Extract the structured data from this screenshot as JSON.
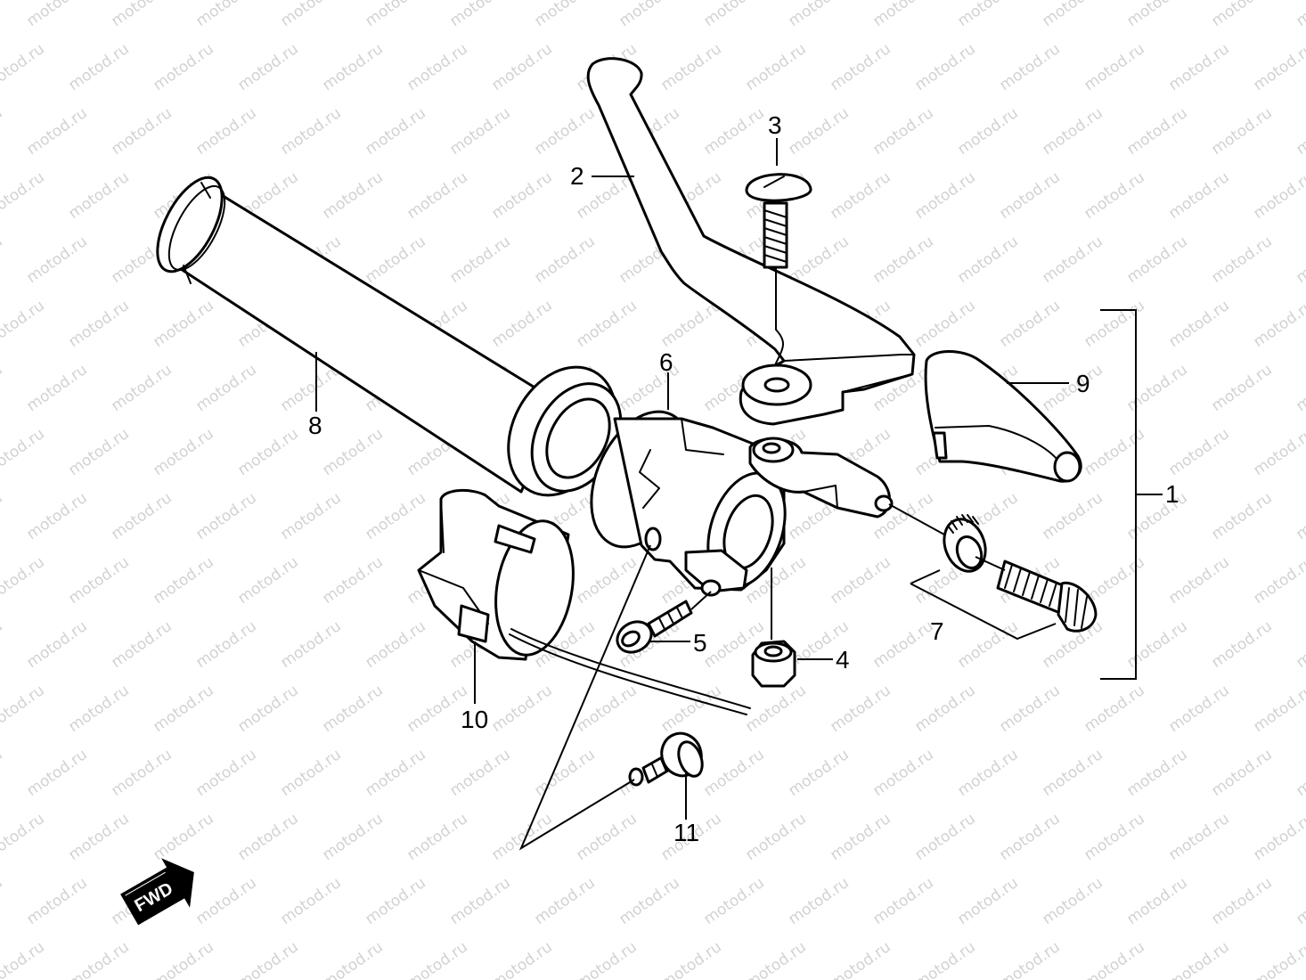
{
  "watermark": {
    "text": "motod.ru",
    "color": "#d2d2d2"
  },
  "diagram": {
    "parts": [
      {
        "id": "1",
        "label": "1"
      },
      {
        "id": "2",
        "label": "2"
      },
      {
        "id": "3",
        "label": "3"
      },
      {
        "id": "4",
        "label": "4"
      },
      {
        "id": "5",
        "label": "5"
      },
      {
        "id": "6",
        "label": "6"
      },
      {
        "id": "7",
        "label": "7"
      },
      {
        "id": "8",
        "label": "8"
      },
      {
        "id": "9",
        "label": "9"
      },
      {
        "id": "10",
        "label": "10"
      },
      {
        "id": "11",
        "label": "11"
      }
    ],
    "direction_badge": "FWD"
  },
  "colors": {
    "line": "#000000",
    "background": "#ffffff",
    "watermark": "#d2d2d2"
  }
}
